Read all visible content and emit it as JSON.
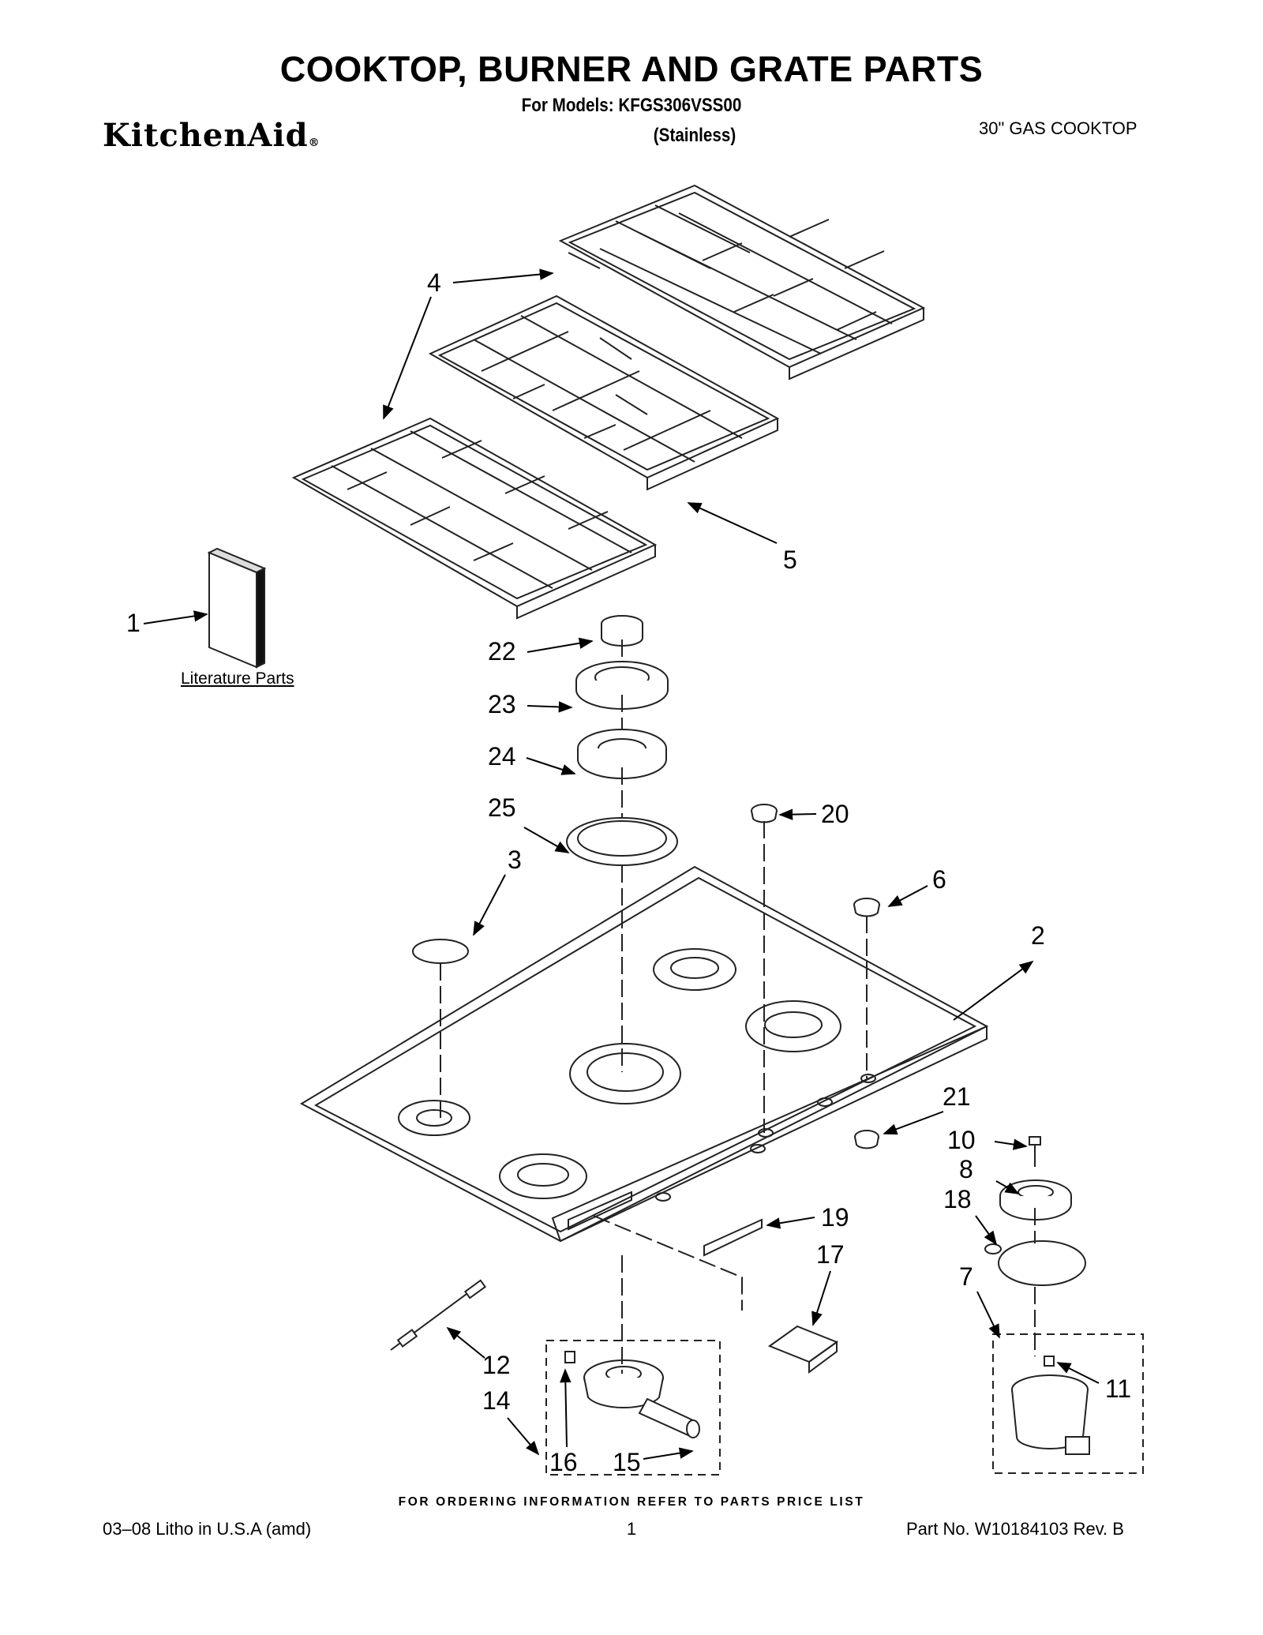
{
  "header": {
    "title": "COOKTOP, BURNER AND GRATE PARTS",
    "models_line": "For Models: KFGS306VSS00",
    "finish": "(Stainless)",
    "brand": "KitchenAid",
    "brand_mark": "®",
    "product": "30\" GAS COOKTOP"
  },
  "literature_label": "Literature Parts",
  "callouts": [
    {
      "id": "1",
      "label": "1"
    },
    {
      "id": "2",
      "label": "2"
    },
    {
      "id": "3",
      "label": "3"
    },
    {
      "id": "4",
      "label": "4"
    },
    {
      "id": "5",
      "label": "5"
    },
    {
      "id": "6",
      "label": "6"
    },
    {
      "id": "7",
      "label": "7"
    },
    {
      "id": "8",
      "label": "8"
    },
    {
      "id": "10",
      "label": "10"
    },
    {
      "id": "11",
      "label": "11"
    },
    {
      "id": "12",
      "label": "12"
    },
    {
      "id": "14",
      "label": "14"
    },
    {
      "id": "15",
      "label": "15"
    },
    {
      "id": "16",
      "label": "16"
    },
    {
      "id": "17",
      "label": "17"
    },
    {
      "id": "18",
      "label": "18"
    },
    {
      "id": "19",
      "label": "19"
    },
    {
      "id": "20",
      "label": "20"
    },
    {
      "id": "21",
      "label": "21"
    },
    {
      "id": "22",
      "label": "22"
    },
    {
      "id": "23",
      "label": "23"
    },
    {
      "id": "24",
      "label": "24"
    },
    {
      "id": "25",
      "label": "25"
    }
  ],
  "footer": {
    "ordering_note": "FOR ORDERING INFORMATION REFER TO PARTS PRICE LIST",
    "litho": "03–08 Litho in U.S.A (amd)",
    "page": "1",
    "part_no": "Part No. W10184103 Rev. B"
  }
}
